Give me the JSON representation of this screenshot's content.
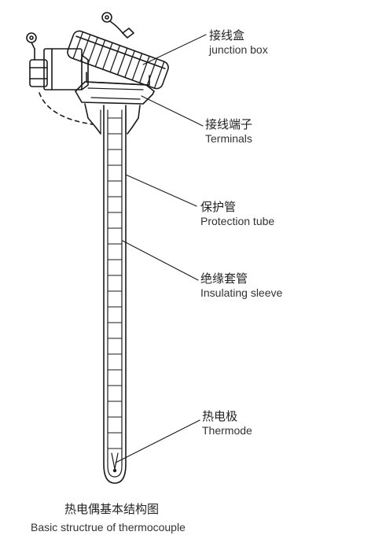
{
  "labels": {
    "junction_box": {
      "zh": "接线盒",
      "en": "junction box"
    },
    "terminals": {
      "zh": "接线端子",
      "en": "Terminals"
    },
    "protection_tube": {
      "zh": "保护管",
      "en": "Protection tube"
    },
    "insulating_sleeve": {
      "zh": "绝缘套管",
      "en": "Insulating sleeve"
    },
    "thermode": {
      "zh": "热电极",
      "en": "Thermode"
    }
  },
  "caption": {
    "zh": "热电偶基本结构图",
    "en": "Basic structrue of thermocouple"
  },
  "colors": {
    "line": "#1a1a1a",
    "background": "#ffffff"
  }
}
